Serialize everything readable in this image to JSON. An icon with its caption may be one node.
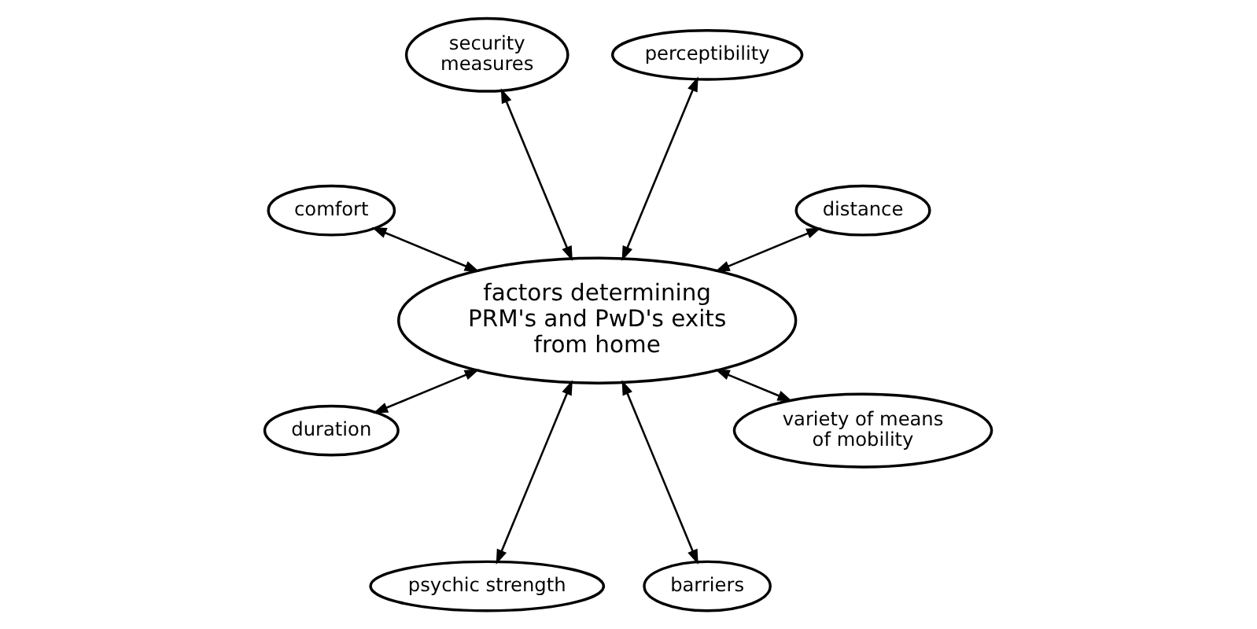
{
  "diagram": {
    "nodes": [
      {
        "text": [
          "factors determining PRM's and PwD's exits from home"
        ]
      },
      {
        "text": [
          "distance"
        ]
      },
      {
        "text": [
          "perceptibility"
        ]
      },
      {
        "text": [
          "security measures"
        ]
      },
      {
        "text": [
          "comfort"
        ]
      },
      {
        "text": [
          "duration"
        ]
      },
      {
        "text": [
          "psychic strength"
        ]
      },
      {
        "text": [
          "barriers"
        ]
      },
      {
        "text": [
          "variety of means of mobility"
        ]
      }
    ],
    "edges": [
      {
        "from": 0,
        "to": 1,
        "arrow": "both"
      },
      {
        "from": 0,
        "to": 2,
        "arrow": "both"
      },
      {
        "from": 0,
        "to": 3,
        "arrow": "both"
      },
      {
        "from": 0,
        "to": 4,
        "arrow": "both"
      },
      {
        "from": 0,
        "to": 5,
        "arrow": "both"
      },
      {
        "from": 0,
        "to": 6,
        "arrow": "both"
      },
      {
        "from": 0,
        "to": 7,
        "arrow": "both"
      },
      {
        "from": 0,
        "to": 8,
        "arrow": "both"
      }
    ]
  }
}
